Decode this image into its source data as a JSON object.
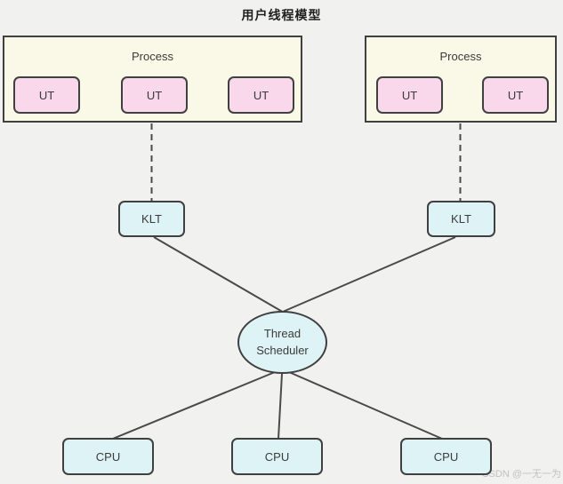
{
  "title": "用户线程模型",
  "colors": {
    "bg_color": "#f1f1f0",
    "process_fill": "#faf8e6",
    "ut_fill": "#f8d8ea",
    "node_fill": "#def3f5",
    "border_color": "#404040",
    "line_color": "#4a4a4a",
    "title_color": "#1f1f1f",
    "label_color": "#3b3b3b",
    "watermark_color": "#c2c2c2"
  },
  "processes": [
    {
      "label": "Process",
      "threads": [
        {
          "label": "UT"
        },
        {
          "label": "UT"
        },
        {
          "label": "UT"
        }
      ]
    },
    {
      "label": "Process",
      "threads": [
        {
          "label": "UT"
        },
        {
          "label": "UT"
        }
      ]
    }
  ],
  "kernel_threads": [
    {
      "label": "KLT"
    },
    {
      "label": "KLT"
    }
  ],
  "scheduler": {
    "label": "Thread Scheduler"
  },
  "cpus": [
    {
      "label": "CPU"
    },
    {
      "label": "CPU"
    },
    {
      "label": "CPU"
    }
  ],
  "watermark": "CSDN @一无一为"
}
